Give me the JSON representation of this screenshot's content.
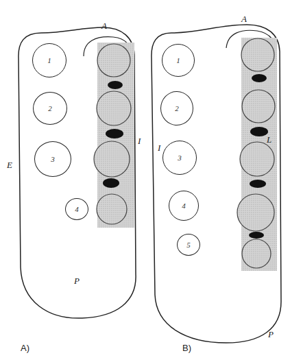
{
  "diagram": {
    "nodes": [
      {
        "text": [
          "1"
        ]
      },
      {
        "text": [
          "2"
        ]
      },
      {
        "text": [
          "3"
        ]
      },
      {
        "text": [
          "4"
        ]
      },
      {
        "text": [
          "1"
        ]
      },
      {
        "text": [
          "2"
        ]
      },
      {
        "text": [
          "3"
        ]
      },
      {
        "text": [
          "4"
        ]
      },
      {
        "text": [
          "5"
        ]
      }
    ],
    "labels": [
      "A",
      "E",
      "I",
      "P",
      "A)",
      "A",
      "I",
      "L",
      "P",
      "B)"
    ]
  }
}
